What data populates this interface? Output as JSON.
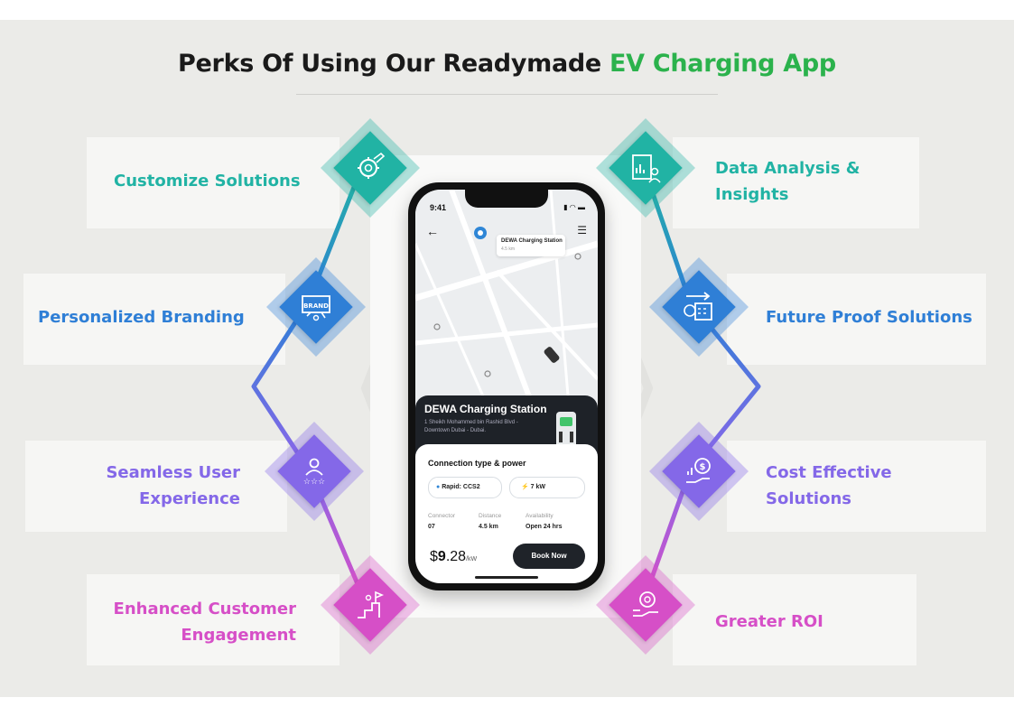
{
  "title": {
    "main": "Perks Of Using Our Readymade ",
    "accent": "EV Charging App"
  },
  "colors": {
    "accent_green": "#2bb24c",
    "teal": "#21b3a4",
    "blue": "#2f7fd6",
    "purple": "#8468e8",
    "magenta": "#d64fc7"
  },
  "perks_left": [
    {
      "label_lines": [
        "Customize Solutions"
      ],
      "icon": "gear-pencil-icon",
      "color": "#21b3a4"
    },
    {
      "label_lines": [
        "Personalized Branding"
      ],
      "icon": "brand-board-icon",
      "color": "#2f7fd6"
    },
    {
      "label_lines": [
        "Seamless User",
        "Experience"
      ],
      "icon": "user-stars-icon",
      "color": "#8468e8"
    },
    {
      "label_lines": [
        "Enhanced Customer",
        "Engagement"
      ],
      "icon": "growth-flag-icon",
      "color": "#d64fc7"
    }
  ],
  "perks_right": [
    {
      "label_lines": [
        "Data Analysis &",
        "Insights"
      ],
      "icon": "report-user-icon",
      "color": "#21b3a4"
    },
    {
      "label_lines": [
        "Future Proof Solutions"
      ],
      "icon": "calendar-forward-icon",
      "color": "#2f7fd6"
    },
    {
      "label_lines": [
        "Cost Effective",
        "Solutions"
      ],
      "icon": "coin-hand-icon",
      "color": "#8468e8"
    },
    {
      "label_lines": [
        "Greater ROI"
      ],
      "icon": "gear-hand-icon",
      "color": "#d64fc7"
    }
  ],
  "phone": {
    "time": "9:41",
    "pin_title": "DEWA Charging Station",
    "pin_sub": "4.5 km",
    "station_name": "DEWA Charging Station",
    "station_address": "1 Sheikh Mohammed bin Rashid Blvd - Downtown Dubai - Dubai.",
    "connection_title": "Connection type & power",
    "chip_type": "Rapid: CCS2",
    "chip_power": "7 kW",
    "meta": [
      {
        "label": "Connector",
        "value": "07"
      },
      {
        "label": "Distance",
        "value": "4.5 km"
      },
      {
        "label": "Availability",
        "value": "Open 24 hrs"
      }
    ],
    "price_symbol": "$",
    "price_whole": "9",
    "price_decimal": ".28",
    "price_unit": "/kW",
    "book_label": "Book Now"
  }
}
